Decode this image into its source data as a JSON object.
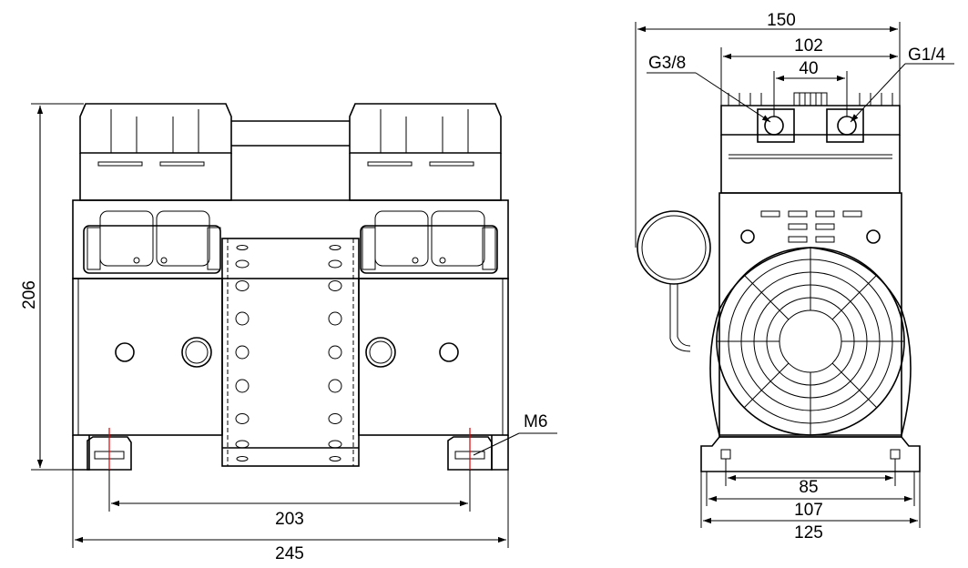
{
  "dimensions": {
    "front_height": "206",
    "mount_hole_spacing": "203",
    "overall_width": "245",
    "side_overall_width": "150",
    "port_spacing_outer": "102",
    "port_spacing_inner": "40",
    "base_hole_spacing": "85",
    "base_inner_width": "107",
    "base_outer_width": "125"
  },
  "labels": {
    "inlet_port": "G3/8",
    "outlet_port": "G1/4",
    "mount_thread": "M6"
  }
}
